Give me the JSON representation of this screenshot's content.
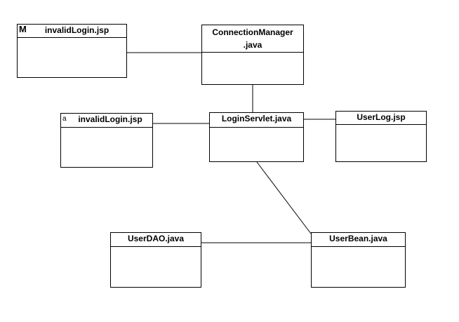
{
  "diagram": {
    "nodes": [
      {
        "id": "invalid-login-top",
        "label": "invalidLogin.jsp",
        "glyph": "M"
      },
      {
        "id": "connection-manager",
        "label": "ConnectionManager .java"
      },
      {
        "id": "invalid-login-mid",
        "label": "invalidLogin.jsp",
        "glyph": "a"
      },
      {
        "id": "login-servlet",
        "label": "LoginServlet.java"
      },
      {
        "id": "user-log",
        "label": "UserLog.jsp"
      },
      {
        "id": "user-dao",
        "label": "UserDAO.java"
      },
      {
        "id": "user-bean",
        "label": "UserBean.java"
      }
    ],
    "edges": [
      {
        "from": "invalid-login-top",
        "to": "connection-manager"
      },
      {
        "from": "connection-manager",
        "to": "login-servlet"
      },
      {
        "from": "invalid-login-mid",
        "to": "login-servlet"
      },
      {
        "from": "login-servlet",
        "to": "user-log"
      },
      {
        "from": "login-servlet",
        "to": "user-bean"
      },
      {
        "from": "user-dao",
        "to": "user-bean"
      }
    ]
  }
}
